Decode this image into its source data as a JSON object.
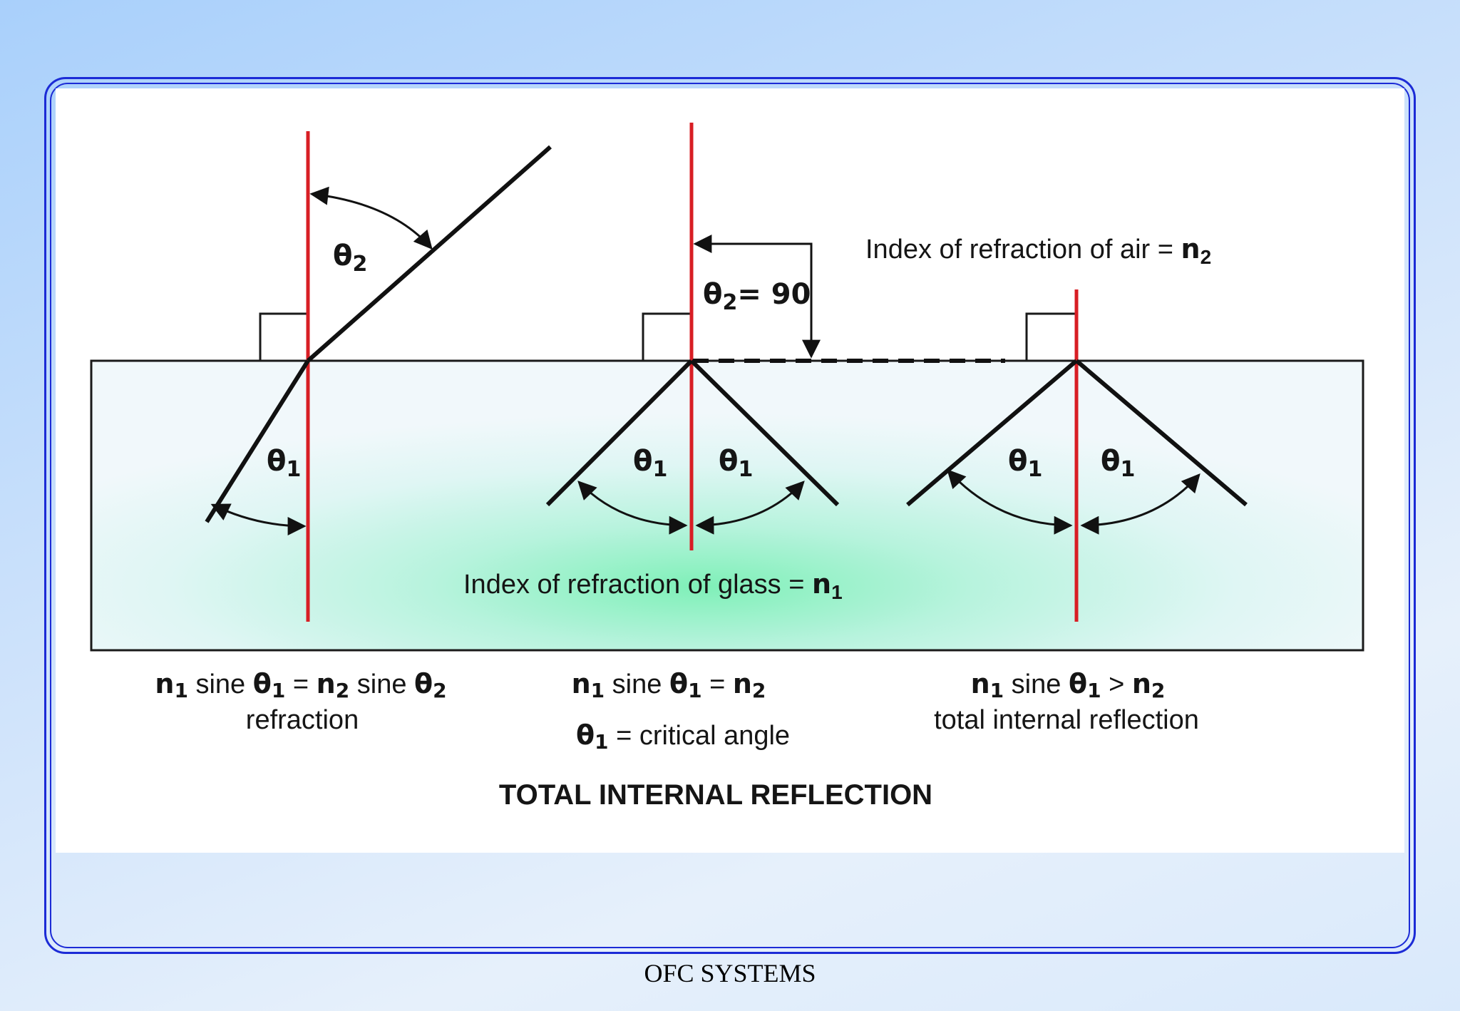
{
  "diagram": {
    "title": "TOTAL INTERNAL REFLECTION",
    "labels": {
      "theta": "θ",
      "n": "n",
      "sub1": "1",
      "sub2": "2",
      "theta2_eq": "= 90",
      "air_text": "Index of refraction of air = ",
      "glass_text": "Index of refraction of glass = ",
      "sine": " sine ",
      "eq": " = ",
      "gt": " > "
    },
    "cases": [
      {
        "caption": "refraction"
      },
      {
        "caption": "= critical angle"
      },
      {
        "caption": "total internal reflection"
      }
    ],
    "colors": {
      "normal_line": "#d81e24",
      "ray_line": "#111111",
      "glass_fill": "#c7f4e2",
      "frame_border": "#1c2bd6"
    }
  },
  "footer": {
    "text": "OFC SYSTEMS"
  }
}
